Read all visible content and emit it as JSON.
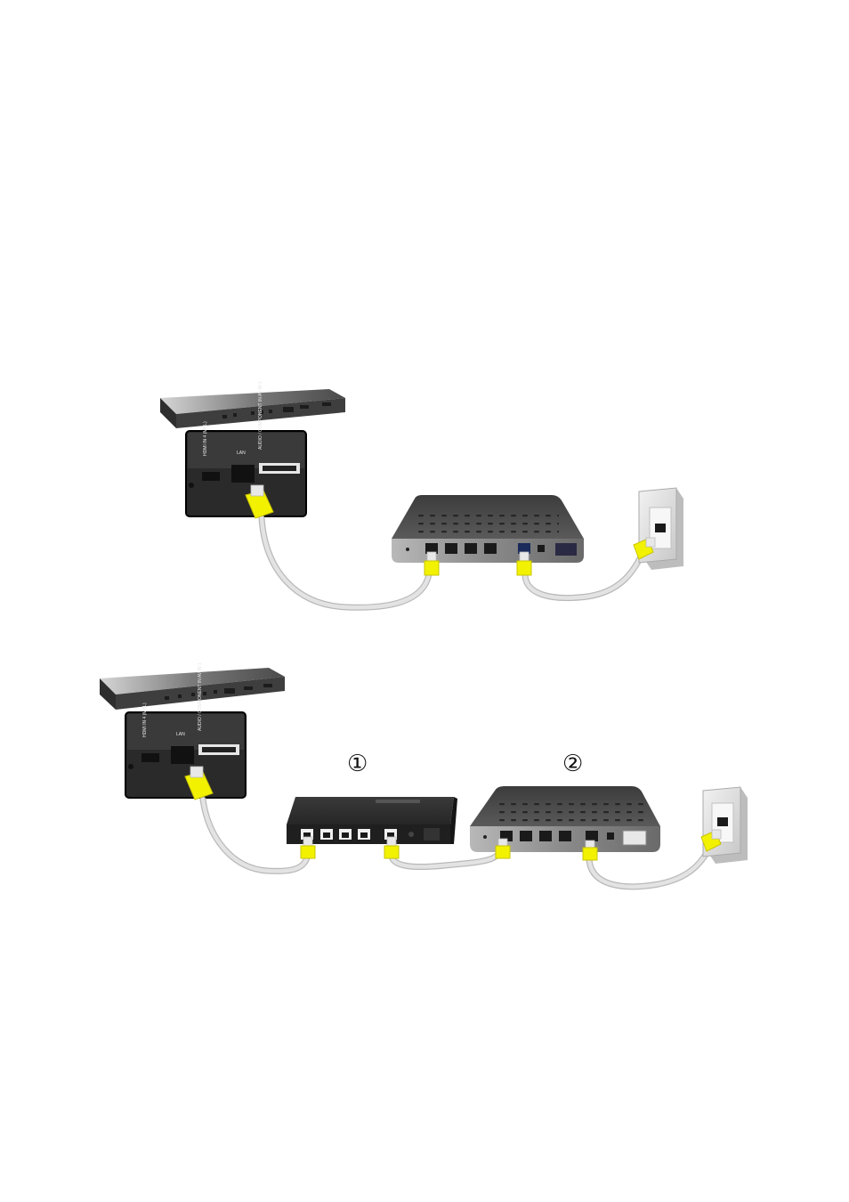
{
  "colors": {
    "cable": "#e3e3e3",
    "cable_edge": "#b9b9b9",
    "plug": "#f2f200",
    "plug_dark": "#c9c400",
    "device_top": "#4a4a4a",
    "device_front": "#8c8c8c",
    "wall_plate": "#e2e2e2"
  },
  "diagram1": {
    "tv_port_labels": {
      "hdmi": "HDMI IN 4 (MHL)",
      "lan": "LAN",
      "av": "AUDIO / COMPONENT IN AV IN 1"
    }
  },
  "diagram2": {
    "tv_port_labels": {
      "hdmi": "HDMI IN 4 (MHL)",
      "lan": "LAN",
      "av": "AUDIO / COMPONENT IN AV IN 1"
    },
    "callout_1": "①",
    "callout_2": "②"
  }
}
